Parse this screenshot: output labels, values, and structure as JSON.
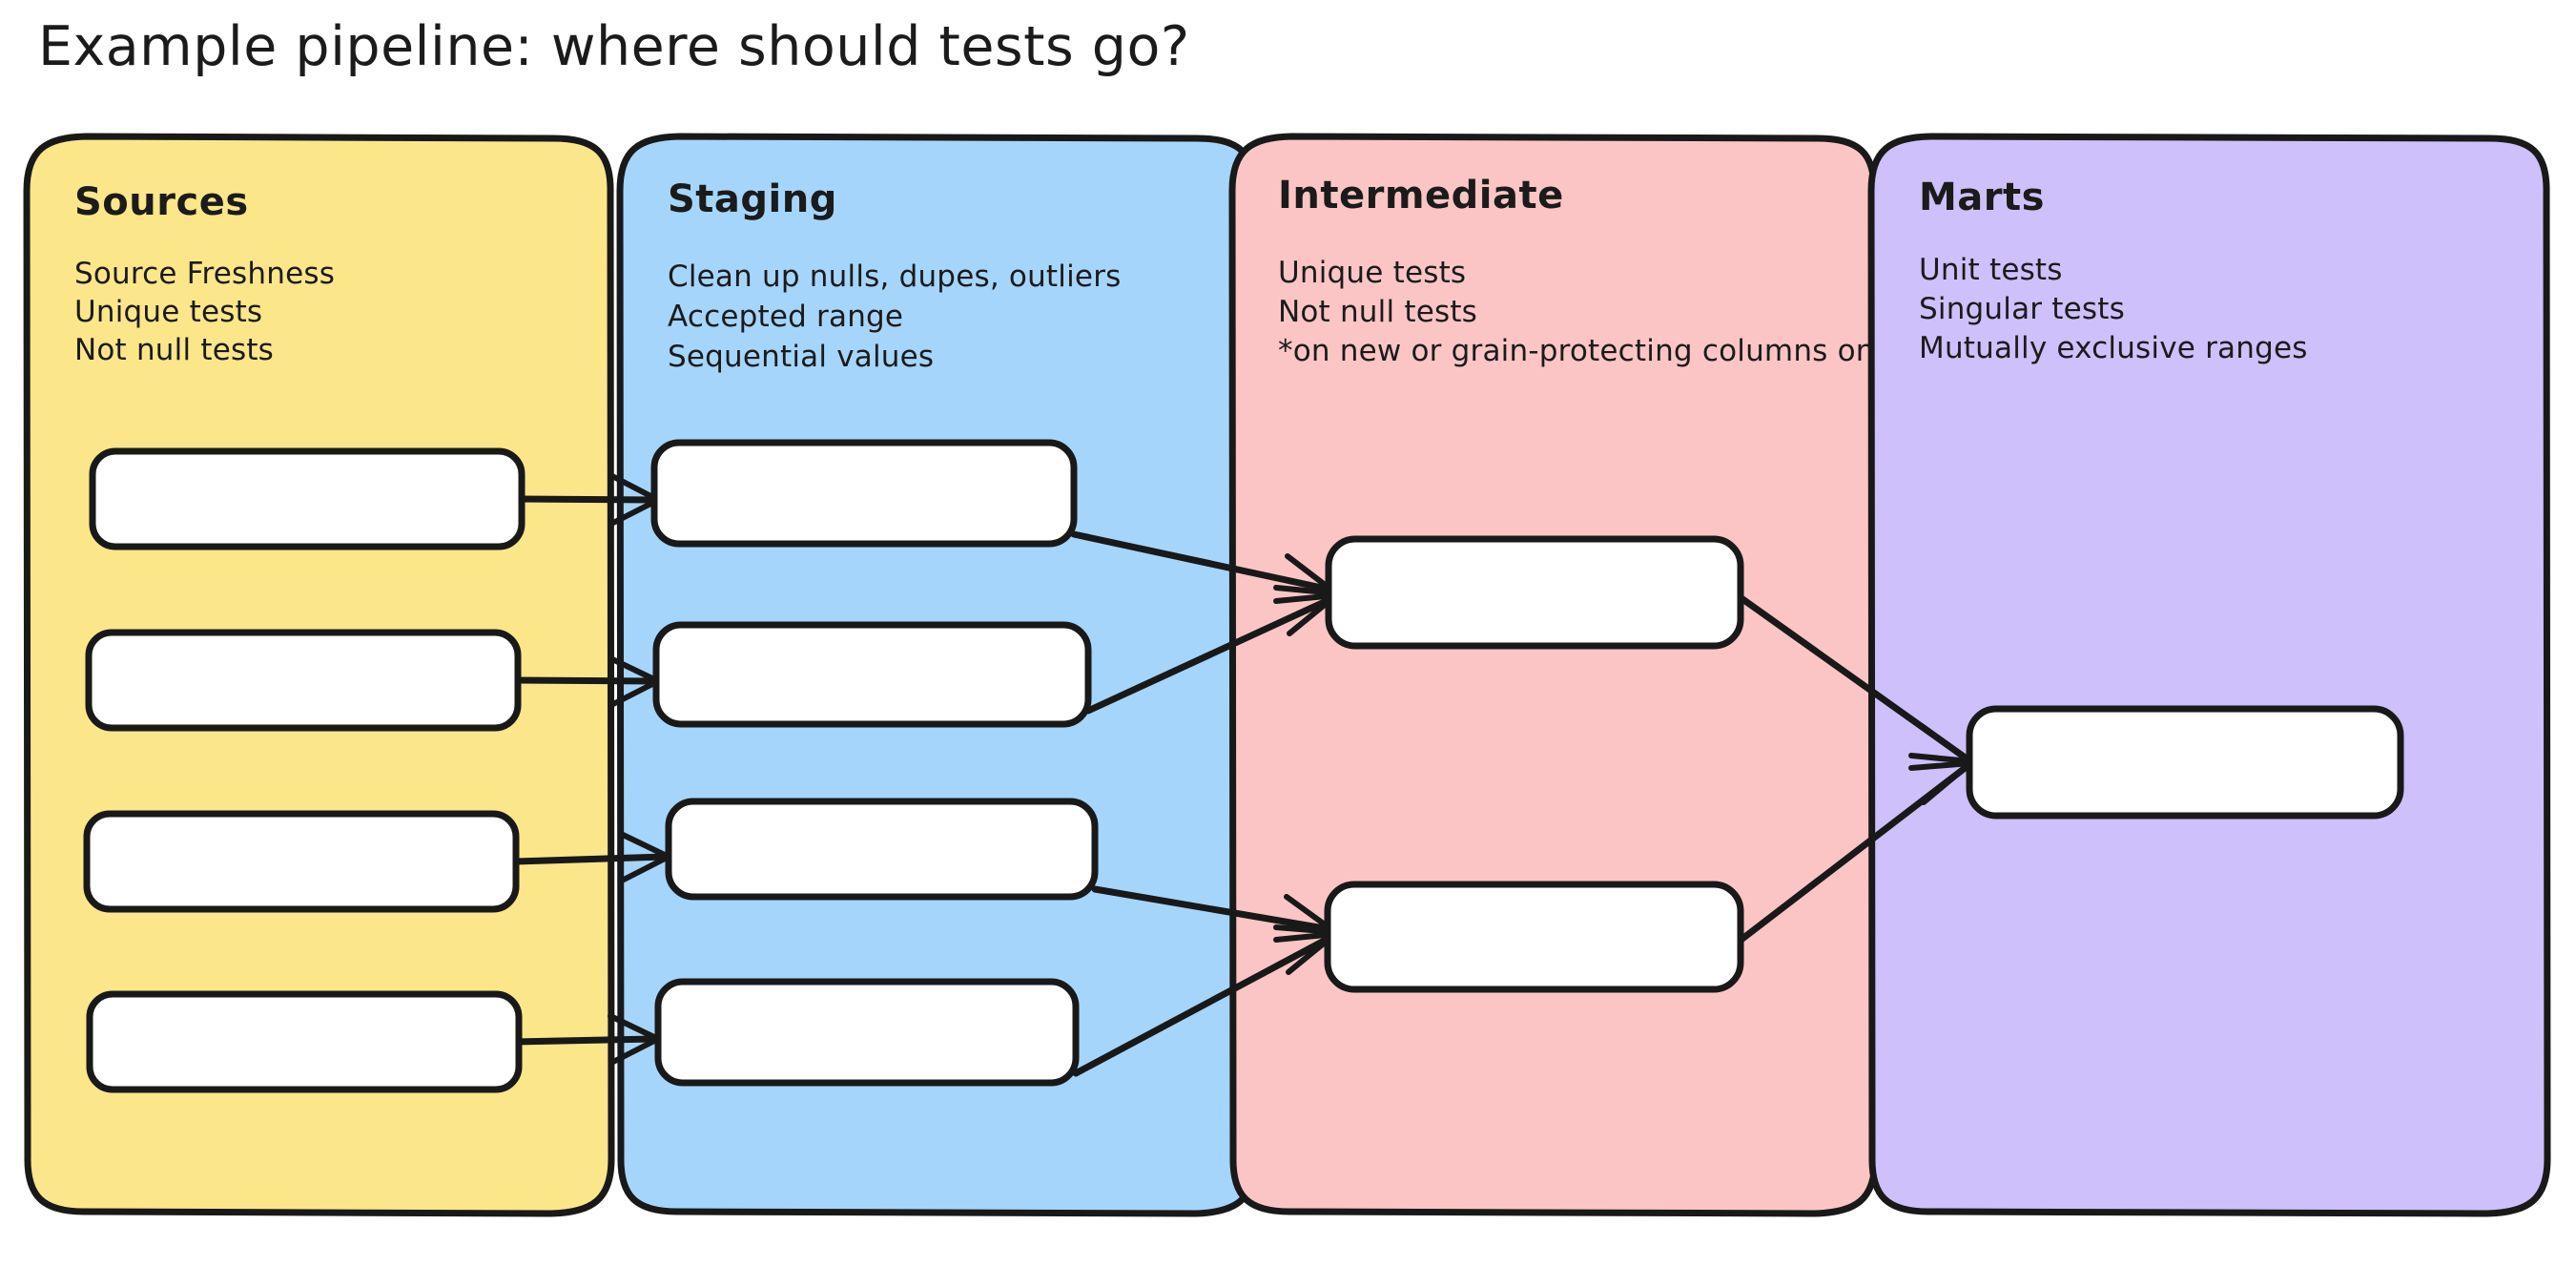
{
  "document": {
    "title": "Example pipeline: where should tests go?",
    "background_color": "#ffffff"
  },
  "columns": [
    {
      "id": "sources",
      "title": "Sources",
      "fill": "#FCE68A",
      "lines": [
        "Source Freshness",
        "Unique tests",
        "Not null tests"
      ],
      "nodes": [
        {
          "id": "source-node-1",
          "label": ""
        },
        {
          "id": "source-node-2",
          "label": ""
        },
        {
          "id": "source-node-3",
          "label": ""
        },
        {
          "id": "source-node-4",
          "label": ""
        }
      ]
    },
    {
      "id": "staging",
      "title": "Staging",
      "fill": "#A5D5FB",
      "lines": [
        "Clean up nulls, dupes, outliers",
        "Accepted range",
        "Sequential values"
      ],
      "nodes": [
        {
          "id": "staging-node-1",
          "label": ""
        },
        {
          "id": "staging-node-2",
          "label": ""
        },
        {
          "id": "staging-node-3",
          "label": ""
        },
        {
          "id": "staging-node-4",
          "label": ""
        }
      ]
    },
    {
      "id": "intermediate",
      "title": "Intermediate",
      "fill": "#FCC5C5",
      "lines": [
        "Unique tests",
        "Not null tests",
        "*on new or grain-protecting columns only"
      ],
      "nodes": [
        {
          "id": "intermediate-node-1",
          "label": ""
        },
        {
          "id": "intermediate-node-2",
          "label": ""
        }
      ]
    },
    {
      "id": "marts",
      "title": "Marts",
      "fill": "#CEC0FB",
      "lines": [
        "Unit tests",
        "Singular tests",
        "Mutually exclusive ranges"
      ],
      "nodes": [
        {
          "id": "marts-node-1",
          "label": ""
        }
      ]
    }
  ],
  "edges": [
    {
      "id": "edge-source1-staging1",
      "from": "source-node-1",
      "to": "staging-node-1"
    },
    {
      "id": "edge-source2-staging2",
      "from": "source-node-2",
      "to": "staging-node-2"
    },
    {
      "id": "edge-source3-staging3",
      "from": "source-node-3",
      "to": "staging-node-3"
    },
    {
      "id": "edge-source4-staging4",
      "from": "source-node-4",
      "to": "staging-node-4"
    },
    {
      "id": "edge-staging1-intermediate1",
      "from": "staging-node-1",
      "to": "intermediate-node-1"
    },
    {
      "id": "edge-staging2-intermediate1",
      "from": "staging-node-2",
      "to": "intermediate-node-1"
    },
    {
      "id": "edge-staging3-intermediate2",
      "from": "staging-node-3",
      "to": "intermediate-node-2"
    },
    {
      "id": "edge-staging4-intermediate2",
      "from": "staging-node-4",
      "to": "intermediate-node-2"
    },
    {
      "id": "edge-intermediate1-marts1",
      "from": "intermediate-node-1",
      "to": "marts-node-1"
    },
    {
      "id": "edge-intermediate2-marts1",
      "from": "intermediate-node-2",
      "to": "marts-node-1"
    }
  ],
  "style": {
    "stroke_color": "#191919",
    "node_fill": "#ffffff",
    "text_color": "#1b1b1b"
  }
}
